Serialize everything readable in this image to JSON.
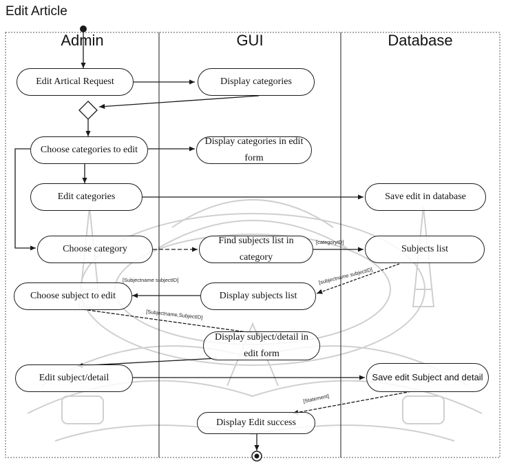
{
  "title": "Edit Article",
  "lanes": [
    "Admin",
    "GUI",
    "Database"
  ],
  "nodes": {
    "edit_request": "Edit Artical Request",
    "display_categories": "Display categories",
    "choose_categories_to_edit": "Choose categories to edit",
    "display_categories_edit_form": "Display categories in edit form",
    "edit_categories": "Edit categories",
    "save_edit_db": "Save edit in database",
    "choose_category": "Choose category",
    "find_subjects": "Find subjects list in category",
    "subjects_list": "Subjects list",
    "choose_subject": "Choose subject to edit",
    "display_subjects_list": "Display subjects list",
    "display_subject_detail": "Display subject/detail in edit form",
    "edit_subject_detail": "Edit subject/detail",
    "save_subject_detail": "Save edit Subject and detail",
    "display_success": "Display Edit success"
  },
  "guards": {
    "category_id": "[categoryID]",
    "subject_name_id_db": "[subjectname subjectID]",
    "subject_name_id_gui": "[Subjectname subjectID]",
    "subject_name_id_choose": "[Subjectname,SubjectID]",
    "status": "[Statement]"
  },
  "colors": {
    "line": "#1a1a1a",
    "watermark": "#c9c9c9"
  }
}
